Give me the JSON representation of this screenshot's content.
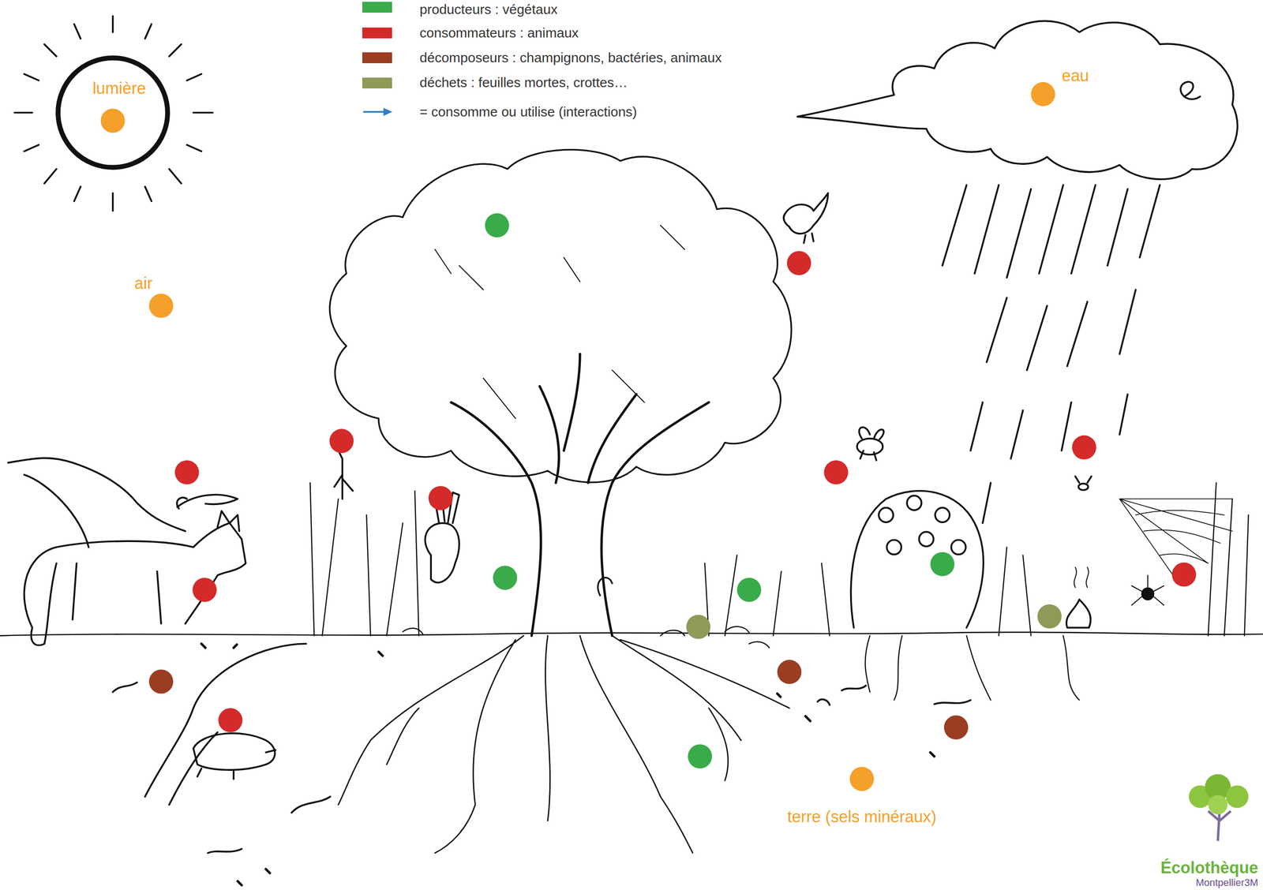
{
  "diagram": {
    "labels": [
      "lumière",
      "air",
      "eau",
      "terre (sels minéraux)",
      "Écolothèque",
      "Montpellier3M"
    ],
    "legend": [
      {
        "text": "producteurs : végétaux",
        "color": "#3aab4a"
      },
      {
        "text": "consommateurs : animaux",
        "color": "#d42a2a"
      },
      {
        "text": "décomposeurs : champignons, bactéries, animaux",
        "color": "#9b3d22"
      },
      {
        "text": "déchets : feuilles mortes, crottes…",
        "color": "#8f9a58"
      },
      {
        "text": "= consomme ou utilise (interactions)"
      }
    ]
  }
}
